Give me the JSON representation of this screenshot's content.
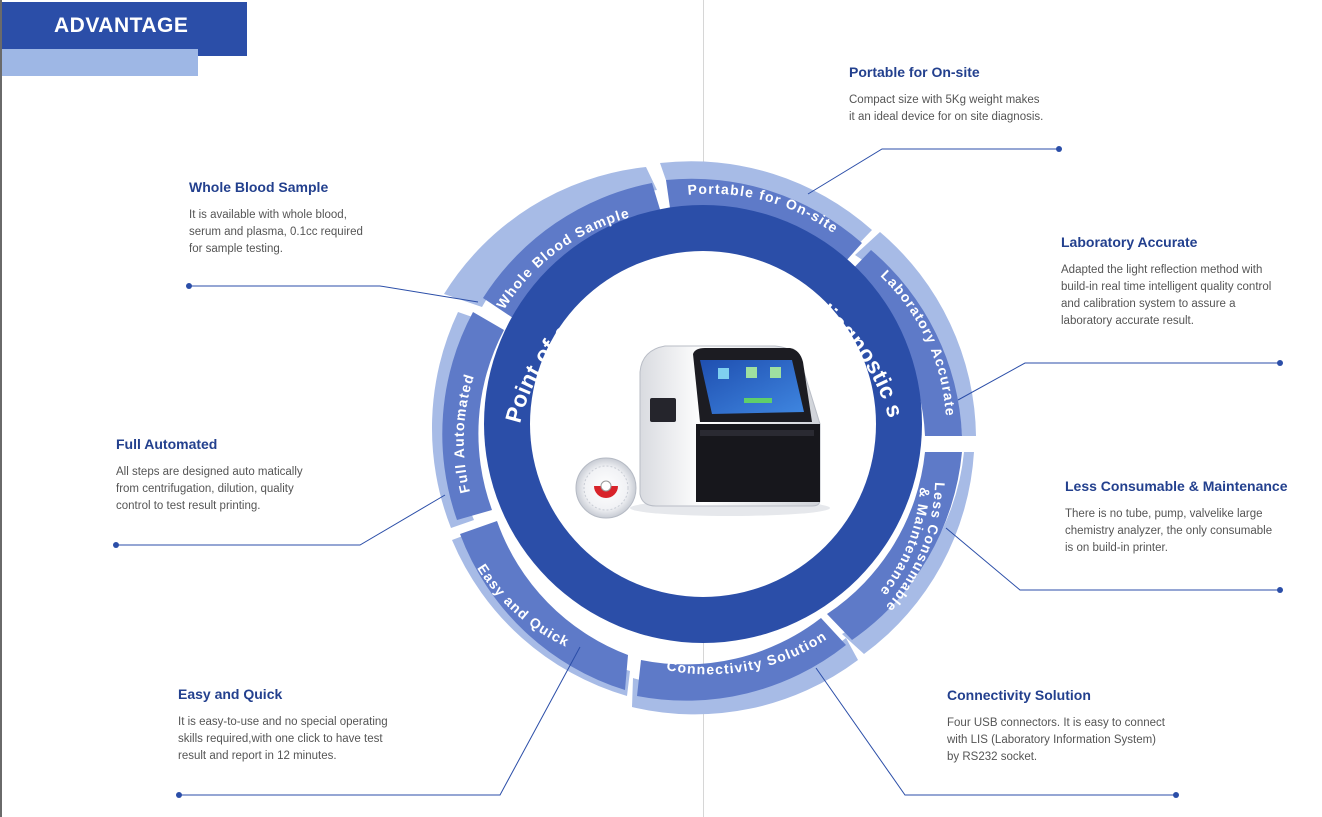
{
  "header": {
    "title": "ADVANTAGE"
  },
  "diagram": {
    "center_title": "Point of care testing biochemical diagnostic system"
  },
  "features": [
    {
      "id": "portable",
      "title": "Portable for On-site",
      "ring_label": "Portable for On-site",
      "lines": [
        "Compact size with 5Kg weight makes",
        "it an ideal device for on site diagnosis."
      ]
    },
    {
      "id": "laboratory",
      "title": "Laboratory Accurate",
      "ring_label": "Laboratory Accurate",
      "lines": [
        "Adapted the light reflection method with",
        "build-in real time intelligent quality control",
        "and calibration system to assure a",
        "laboratory accurate result."
      ]
    },
    {
      "id": "less-consumable",
      "title": "Less Consumable & Maintenance",
      "ring_label_1": "Less Consumable",
      "ring_label_2": "& Maintenance",
      "lines": [
        "There is no tube, pump, valvelike large",
        "chemistry analyzer, the only consumable",
        "is on build-in printer."
      ]
    },
    {
      "id": "connectivity",
      "title": "Connectivity Solution",
      "ring_label": "Connectivity Solution",
      "lines": [
        "Four USB connectors. It is easy to connect",
        "with LIS (Laboratory Information System)",
        "by RS232 socket."
      ]
    },
    {
      "id": "easy",
      "title": "Easy and Quick",
      "ring_label": "Easy and Quick",
      "lines": [
        "It is easy-to-use and no special operating",
        "skills required,with one click to have test",
        "result and report in 12 minutes."
      ]
    },
    {
      "id": "automated",
      "title": "Full Automated",
      "ring_label": "Full Automated",
      "lines": [
        "All steps are designed auto matically",
        "from centrifugation, dilution, quality",
        "control to test result printing."
      ]
    },
    {
      "id": "whole-blood",
      "title": "Whole Blood Sample",
      "ring_label": "Whole Blood Sample",
      "lines": [
        "It is available with whole blood,",
        "serum and plasma, 0.1cc required",
        "for sample testing."
      ]
    }
  ],
  "colors": {
    "brand_dark": "#2b4ea8",
    "ring": "#5e7ac8",
    "ring_outer": "#a7bbe6",
    "heading": "#23408e",
    "body_text": "#555555"
  }
}
